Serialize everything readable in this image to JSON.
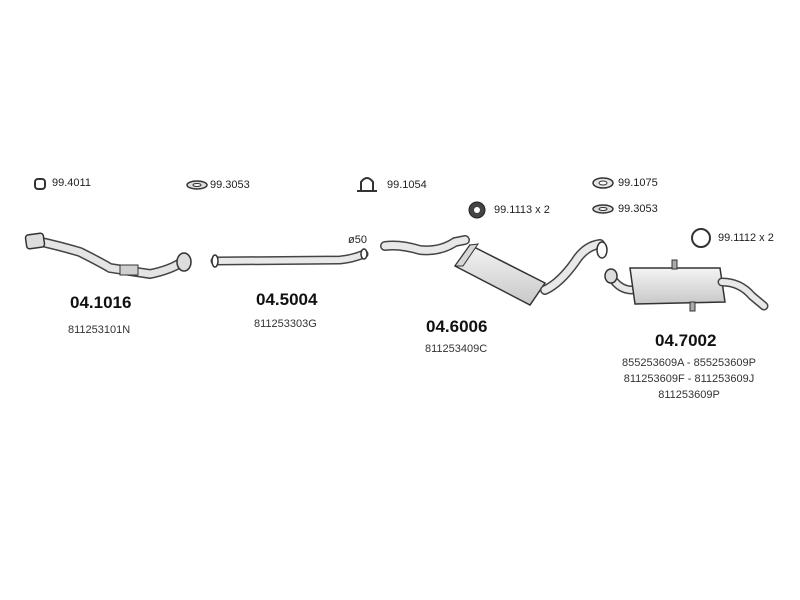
{
  "accessories": {
    "a1": "99.4011",
    "a2": "99.3053",
    "a3": "99.1054",
    "a4": "99.1113 x 2",
    "a5": "99.1075",
    "a6": "99.3053",
    "a7": "99.1112 x 2"
  },
  "diameter_label": "ø50",
  "parts": [
    {
      "number": "04.1016",
      "oe": [
        "811253101N"
      ]
    },
    {
      "number": "04.5004",
      "oe": [
        "811253303G"
      ]
    },
    {
      "number": "04.6006",
      "oe": [
        "811253409C"
      ]
    },
    {
      "number": "04.7002",
      "oe": [
        "855253609A - 855253609P",
        "811253609F - 811253609J",
        "811253609P"
      ]
    }
  ],
  "icons": [
    "clamp-icon",
    "ring-gasket-icon",
    "u-clamp-icon",
    "rubber-mount-icon",
    "flange-gasket-icon",
    "ring-gasket-icon",
    "o-ring-icon"
  ],
  "colors": {
    "pipe_fill": "#e8e8e8",
    "pipe_stroke": "#444444",
    "text": "#222222"
  }
}
